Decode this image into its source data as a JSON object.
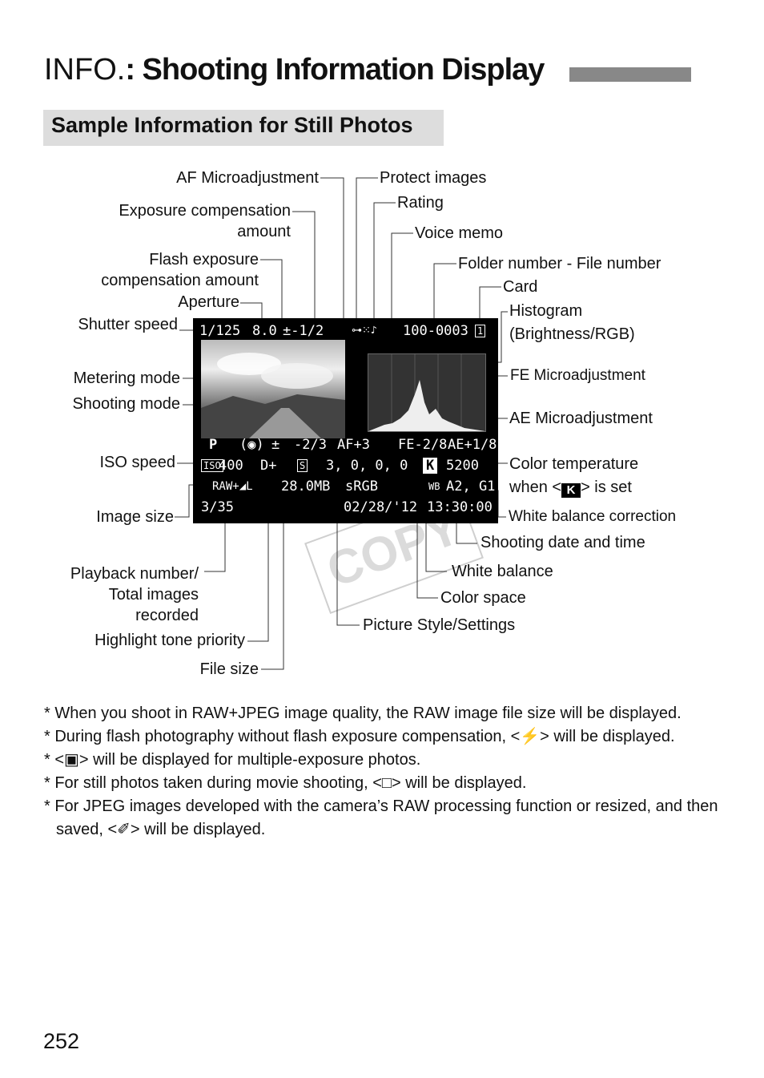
{
  "page": {
    "title_prefix": "INFO.",
    "title": ": Shooting Information Display",
    "section": "Sample Information for Still Photos",
    "page_number": "252",
    "watermark": "COPY"
  },
  "labels": {
    "af_micro": "AF Microadjustment",
    "exp_comp_1": "Exposure compensation",
    "exp_comp_2": "amount",
    "flash_comp_1": "Flash exposure",
    "flash_comp_2": "compensation amount",
    "aperture": "Aperture",
    "shutter": "Shutter speed",
    "metering": "Metering mode",
    "shooting_mode": "Shooting mode",
    "iso": "ISO speed",
    "image_size": "Image size",
    "playback_1": "Playback number/",
    "playback_2": "Total images",
    "playback_3": "recorded",
    "highlight": "Highlight tone priority",
    "file_size": "File size",
    "protect": "Protect images",
    "rating": "Rating",
    "voice": "Voice memo",
    "folder": "Folder number - File number",
    "card": "Card",
    "histogram_1": "Histogram",
    "histogram_2": "(Brightness/RGB)",
    "fe_micro": "FE Microadjustment",
    "ae_micro": "AE Microadjustment",
    "color_temp_1": "Color temperature",
    "color_temp_2a": "when <",
    "color_temp_icon": "K",
    "color_temp_2b": "> is set",
    "wb_corr": "White balance correction",
    "date_time": "Shooting date and time",
    "wb": "White balance",
    "color_space": "Color space",
    "picture_style": "Picture Style/Settings"
  },
  "screen": {
    "shutter": "1/125",
    "aperture": "8.0",
    "exp_comp": "±-1/2",
    "flash_icon": "±",
    "folder_file": "100-0003",
    "card_icon": "1",
    "mode": "P",
    "metering_icon": "(◉)",
    "flash_comp": "-2/3",
    "af_micro": "AF+3",
    "fe_micro": "FE-2/8",
    "ae_micro": "AE+1/8",
    "iso_icon": "ISO",
    "iso": "400",
    "highlight": "D+",
    "style_icon": "S",
    "style_settings": "3, 0, 0, 0",
    "k_icon": "K",
    "color_temp": "5200",
    "quality": "RAW+◢L",
    "file_size": "28.0MB",
    "color_space": "sRGB",
    "wb_corr": "A2, G1",
    "playback": "3/35",
    "date": "02/28/'12",
    "time": "13:30:00",
    "wb_icon": "WB"
  },
  "notes": [
    "* When you shoot in RAW+JPEG image quality, the RAW image file size will be displayed.",
    "* During flash photography without flash exposure compensation, <⚡> will be displayed.",
    "* <▣> will be displayed for multiple-exposure photos.",
    "* For still photos taken during movie shooting, <□> will be displayed.",
    "* For JPEG images developed with the camera’s RAW processing function or resized, and then saved, <✐> will be displayed."
  ]
}
